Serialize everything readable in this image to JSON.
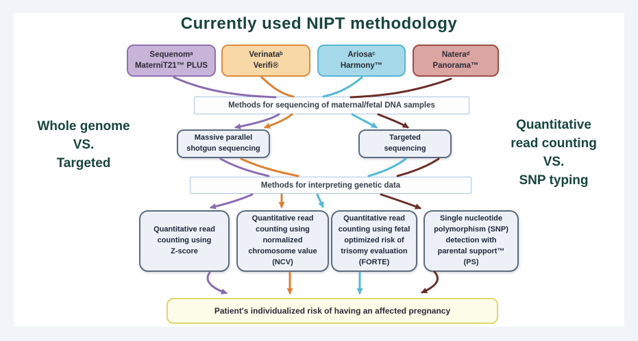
{
  "title": "Currently used NIPT methodology",
  "comparisons": {
    "left": "Whole genome\nVS.\nTargeted",
    "right": "Quantitative\nread counting\nVS.\nSNP typing"
  },
  "vendors": [
    {
      "label": "Sequenomᵃ\nMaterniT21™ PLUS",
      "fill": "#c8b4d8",
      "border": "#8f6fb2"
    },
    {
      "label": "Verinataᵇ\nVerifi®",
      "fill": "#f8d8a6",
      "border": "#de8a3e"
    },
    {
      "label": "Ariosaᶜ\nHarmony™",
      "fill": "#a5d9e9",
      "border": "#56b6d6"
    },
    {
      "label": "Nateraᵈ\nPanorama™",
      "fill": "#dba5a2",
      "border": "#9c4b45"
    }
  ],
  "nodes": {
    "sequencing_bar": "Methods for sequencing of maternal/fetal DNA samples",
    "massive_parallel": "Massive parallel\nshotgun sequencing",
    "targeted": "Targeted\nsequencing",
    "interpreting_bar": "Methods for interpreting genetic data",
    "zscore": "Quantitative read\ncounting using\nZ-score",
    "ncv": "Quantitative read\ncounting using\nnormalized\nchromosome value\n(NCV)",
    "forte": "Quantitative read\ncounting using fetal\noptimized risk of\ntrisomy evaluation\n(FORTE)",
    "snp": "Single nucleotide\npolymorphism (SNP)\ndetection with\nparental support™\n(PS)",
    "outcome": "Patient's individualized risk of having an affected pregnancy"
  },
  "colors": {
    "purple": "#8a6bb1",
    "orange": "#e07f2e",
    "blue": "#4fb9d9",
    "maroon": "#6b2d28",
    "title": "#17453e"
  }
}
